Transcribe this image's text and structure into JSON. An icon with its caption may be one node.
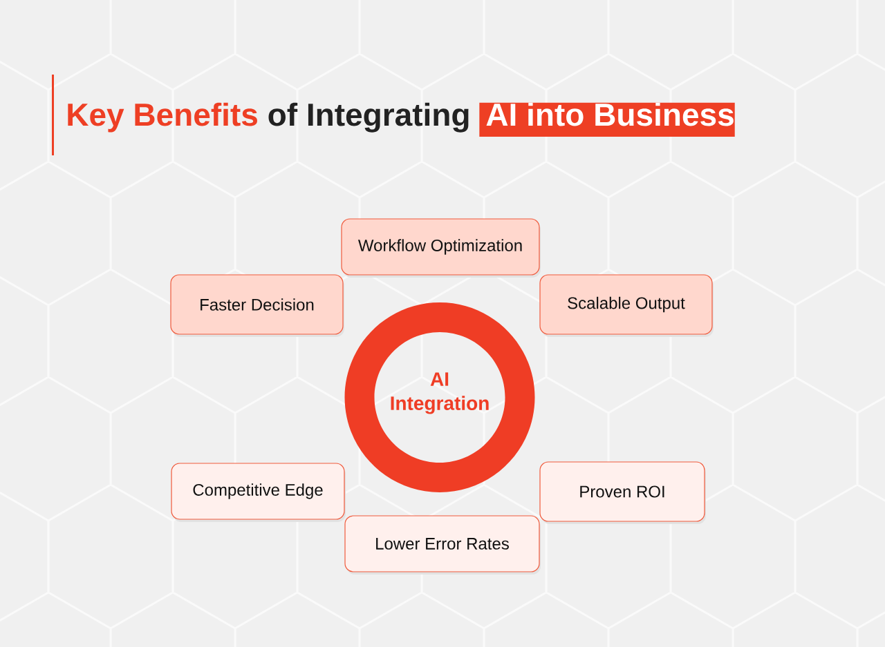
{
  "diagram": {
    "title": "Key Benefits of Integrating AI into Business",
    "nodes": [
      {
        "text": [
          "Workflow Optimization"
        ]
      },
      {
        "text": [
          "Faster Decision"
        ]
      },
      {
        "text": [
          "Scalable Output"
        ]
      },
      {
        "text": [
          "AI Integration"
        ]
      },
      {
        "text": [
          "Competitive Edge"
        ]
      },
      {
        "text": [
          "Proven ROI"
        ]
      },
      {
        "text": [
          "Lower Error Rates"
        ]
      }
    ]
  }
}
